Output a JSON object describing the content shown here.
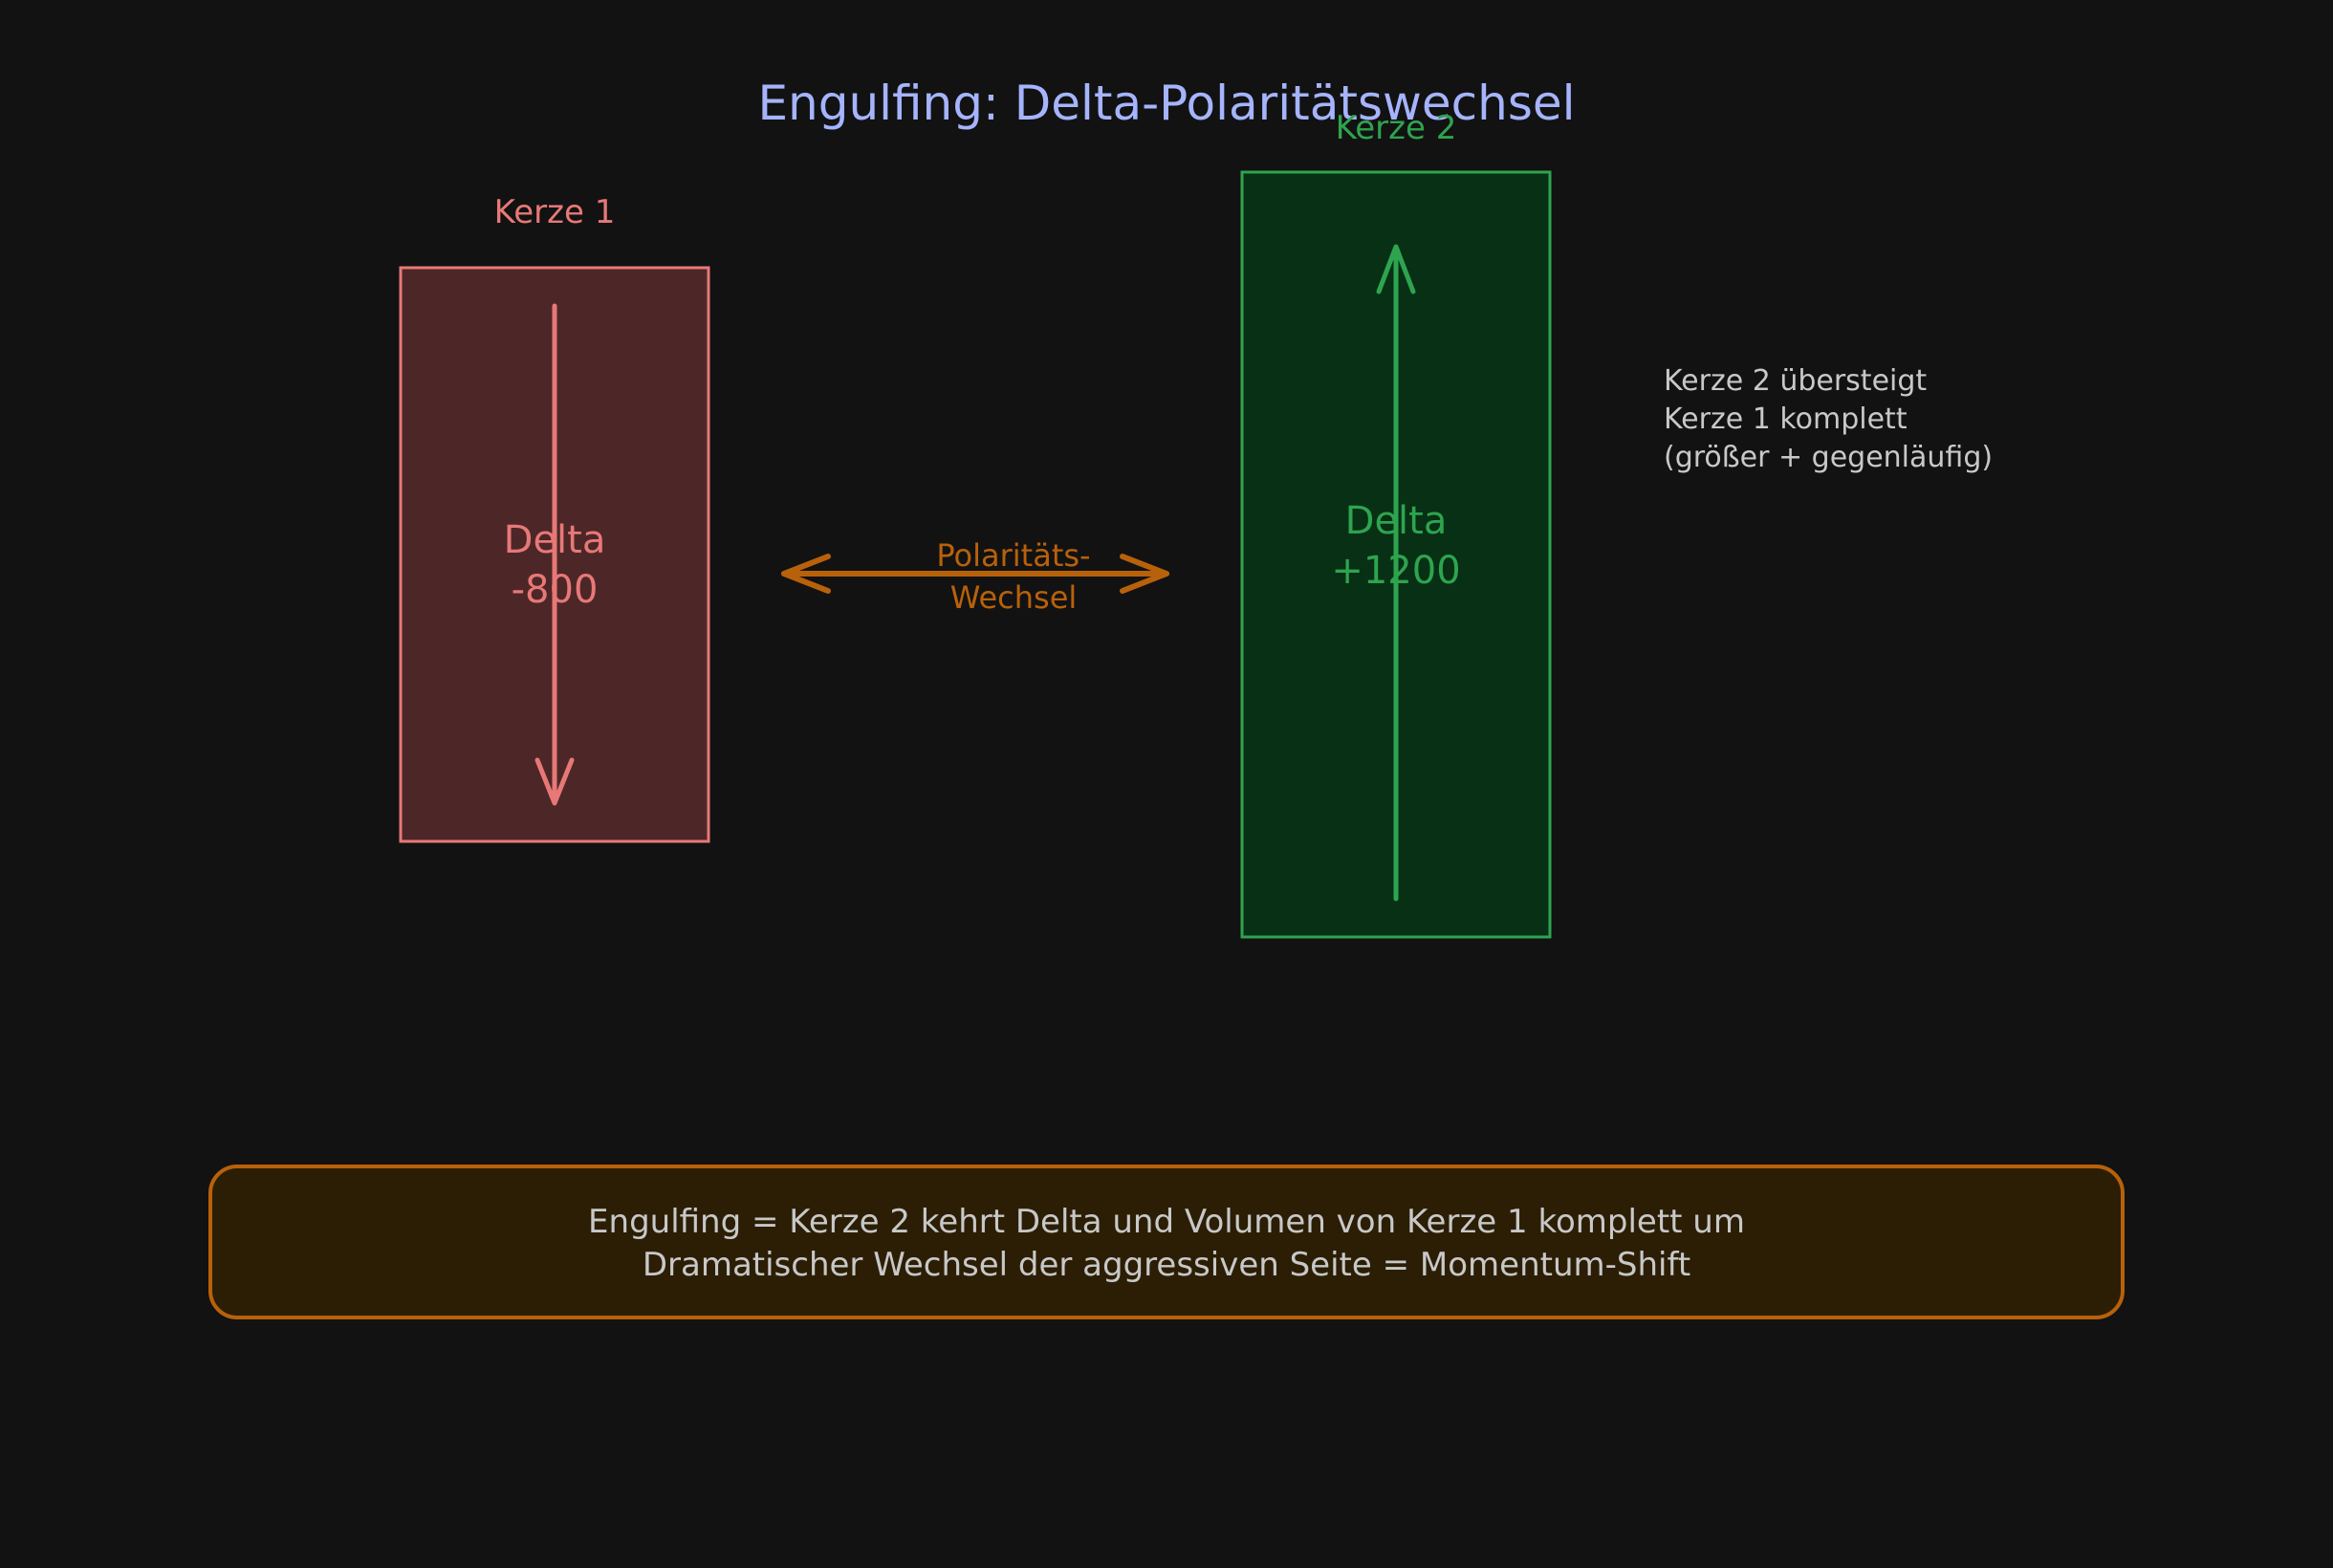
{
  "title": "Engulfing: Delta-Polaritätswechsel",
  "candle1": {
    "label": "Kerze 1",
    "delta_line1": "Delta",
    "delta_line2": "-800"
  },
  "candle2": {
    "label": "Kerze 2",
    "delta_line1": "Delta",
    "delta_line2": "+1200"
  },
  "polarity": {
    "line1": "Polaritäts-",
    "line2": "Wechsel"
  },
  "note": {
    "line1": "Kerze 2 übersteigt",
    "line2": "Kerze 1 komplett",
    "line3": "(größer + gegenläufig)"
  },
  "summary": {
    "line1": "Engulfing = Kerze 2 kehrt Delta und Volumen von Kerze 1 komplett um",
    "line2": "Dramatischer Wechsel der aggressiven Seite = Momentum-Shift"
  },
  "colors": {
    "background": "#121212",
    "title": "#a5b4fc",
    "bearish_stroke": "#e87878",
    "bearish_fill": "#4d2727",
    "bullish_stroke": "#2ea44f",
    "bullish_fill": "#073015",
    "polarity_orange": "#b8610b",
    "note_text": "#c8c8c8",
    "summary_fill": "#2b1e05",
    "summary_stroke": "#b8610b"
  }
}
